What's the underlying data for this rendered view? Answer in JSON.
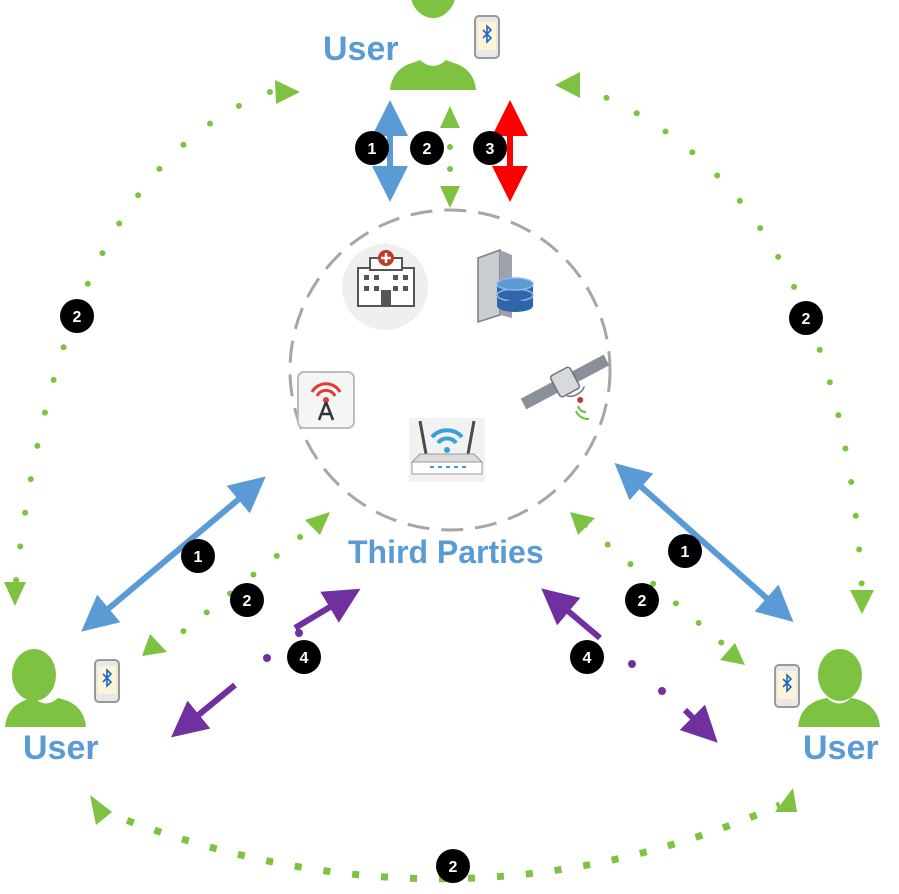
{
  "users": {
    "top": "User",
    "left": "User",
    "right": "User"
  },
  "third_parties_label": "Third Parties",
  "badges": [
    "1",
    "2",
    "3",
    "4"
  ],
  "icons": {
    "person": "person-icon",
    "phone": "bluetooth-phone-icon",
    "hospital": "hospital-icon",
    "server": "database-server-icon",
    "tower": "cell-tower-icon",
    "satellite": "satellite-icon",
    "router": "wifi-router-icon"
  },
  "colors": {
    "green": "#7dc241",
    "blue": "#5b9bd5",
    "red": "#ff0000",
    "purple": "#7030a0",
    "badge": "#000000",
    "circle": "#a6a6a6"
  }
}
